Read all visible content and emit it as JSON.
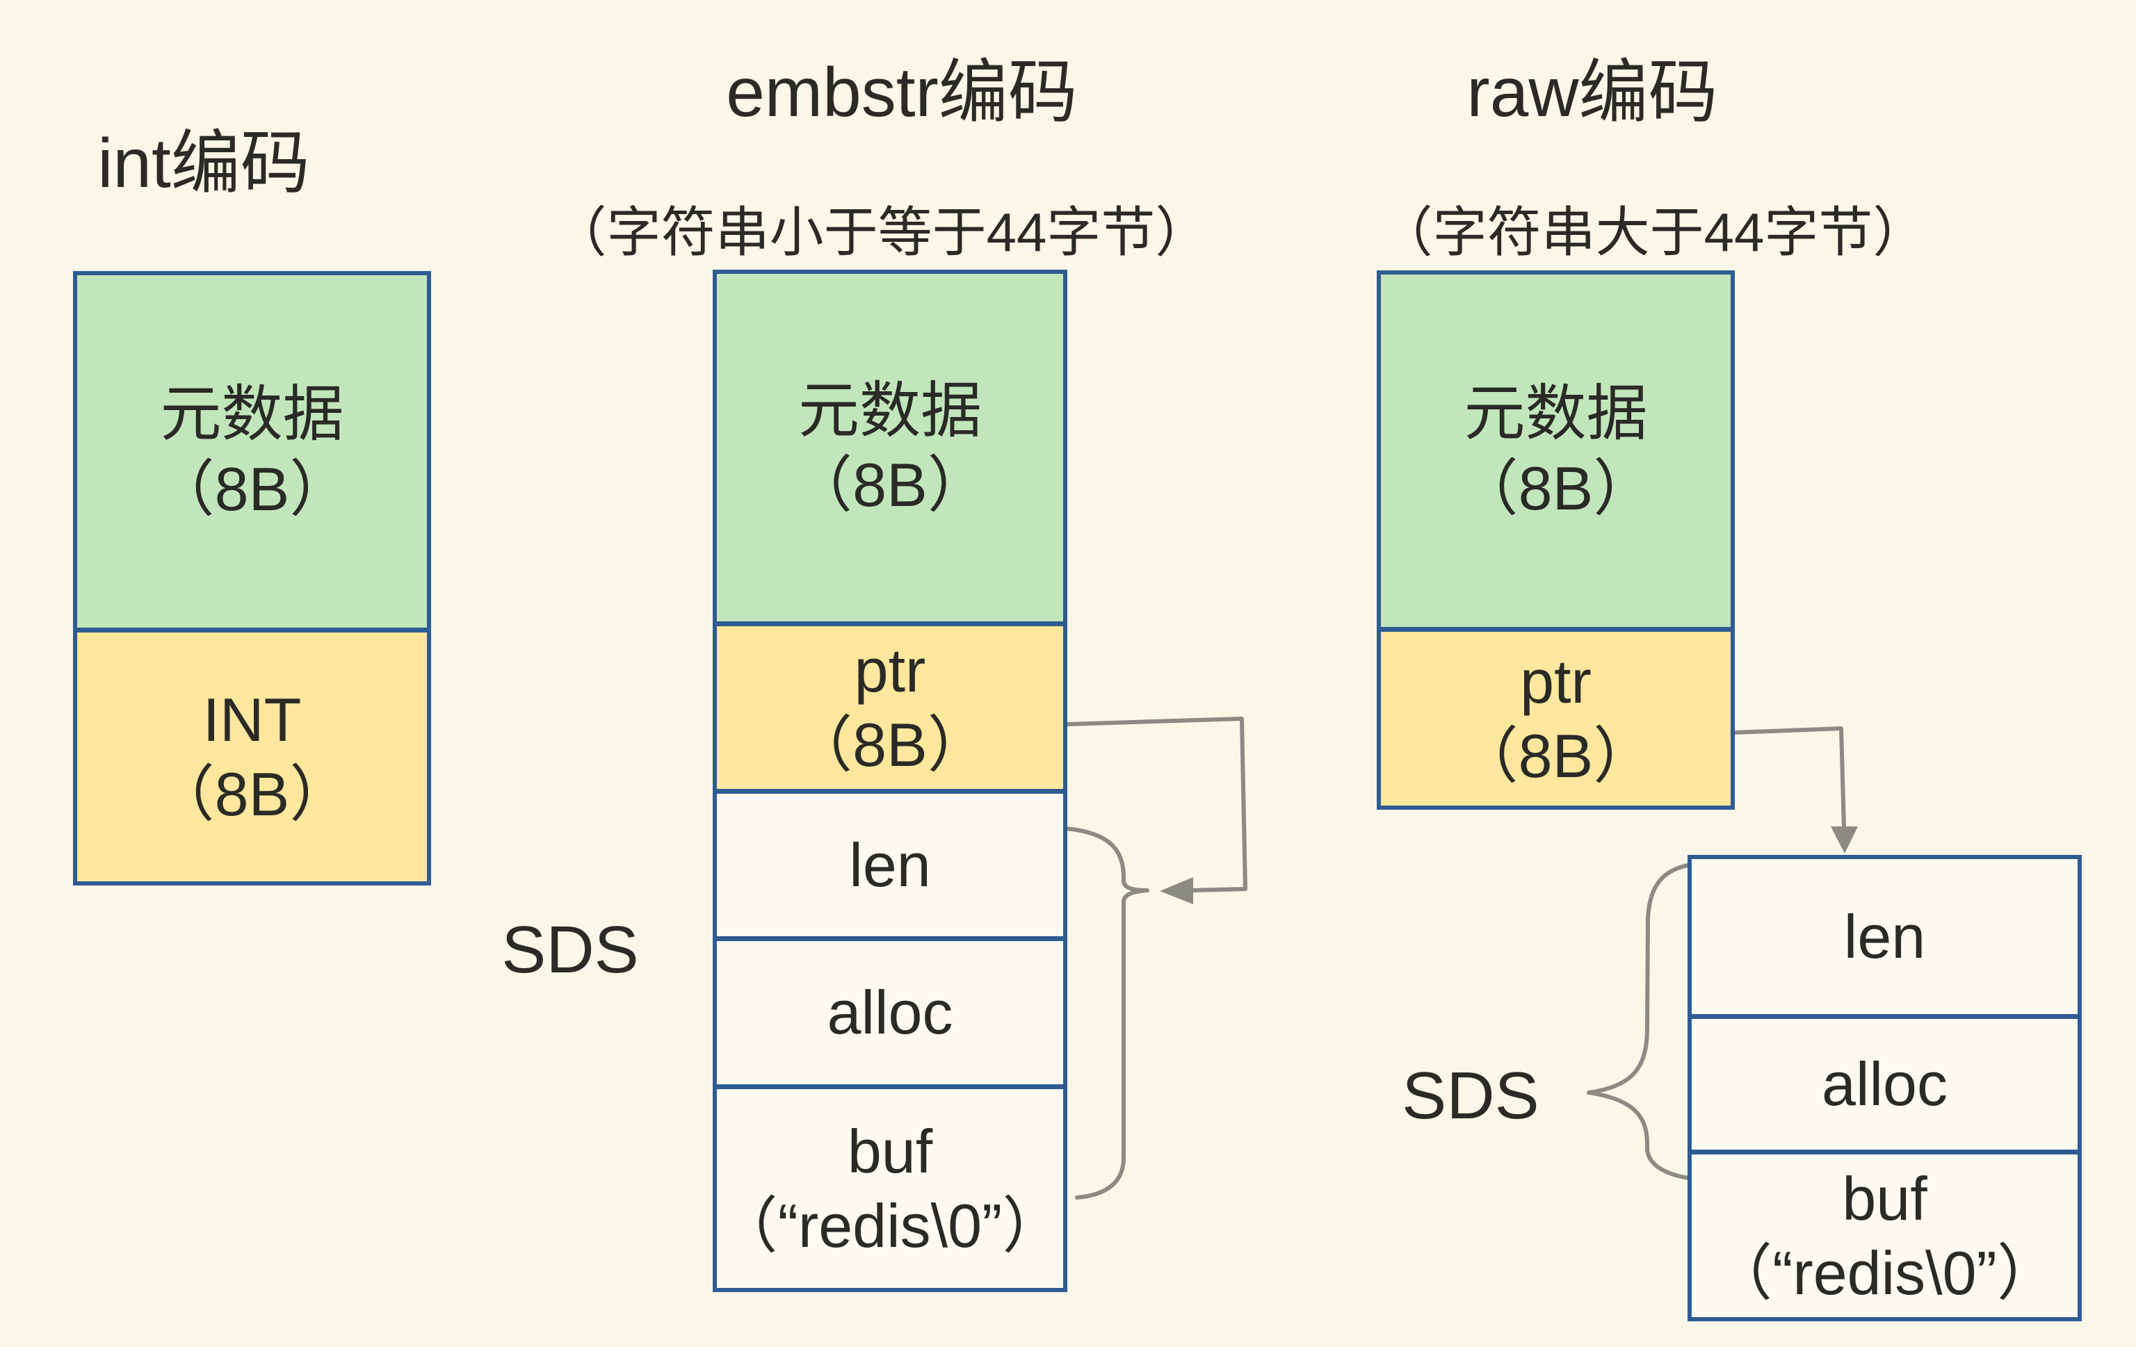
{
  "colors": {
    "background": "#faf6e8",
    "cell_fill": "#fcfaf1",
    "metadata_green": "#c2e6bb",
    "pointer_yellow": "#ffe79d",
    "border_blue": "#2f5b93",
    "connector_gray": "#8b8b83",
    "text": "#2a2a26"
  },
  "titles": {
    "int": {
      "line1": "int编码"
    },
    "embstr": {
      "line1": "embstr编码",
      "line2": "（字符串小于等于44字节）"
    },
    "raw": {
      "line1": "raw编码",
      "line2": "（字符串大于44字节）"
    }
  },
  "int_column": {
    "metadata": {
      "line1": "元数据",
      "line2": "（8B）"
    },
    "int": {
      "line1": "INT",
      "line2": "（8B）"
    }
  },
  "embstr_column": {
    "metadata": {
      "line1": "元数据",
      "line2": "（8B）"
    },
    "ptr": {
      "line1": "ptr",
      "line2": "（8B）"
    },
    "sds_label": "SDS",
    "len": "len",
    "alloc": "alloc",
    "buf": {
      "line1": "buf",
      "line2": "（“redis\\0”）"
    }
  },
  "raw_column": {
    "metadata": {
      "line1": "元数据",
      "line2": "（8B）"
    },
    "ptr": {
      "line1": "ptr",
      "line2": "（8B）"
    },
    "sds_label": "SDS",
    "len": "len",
    "alloc": "alloc",
    "buf": {
      "line1": "buf",
      "line2": "（“redis\\0”）"
    }
  }
}
